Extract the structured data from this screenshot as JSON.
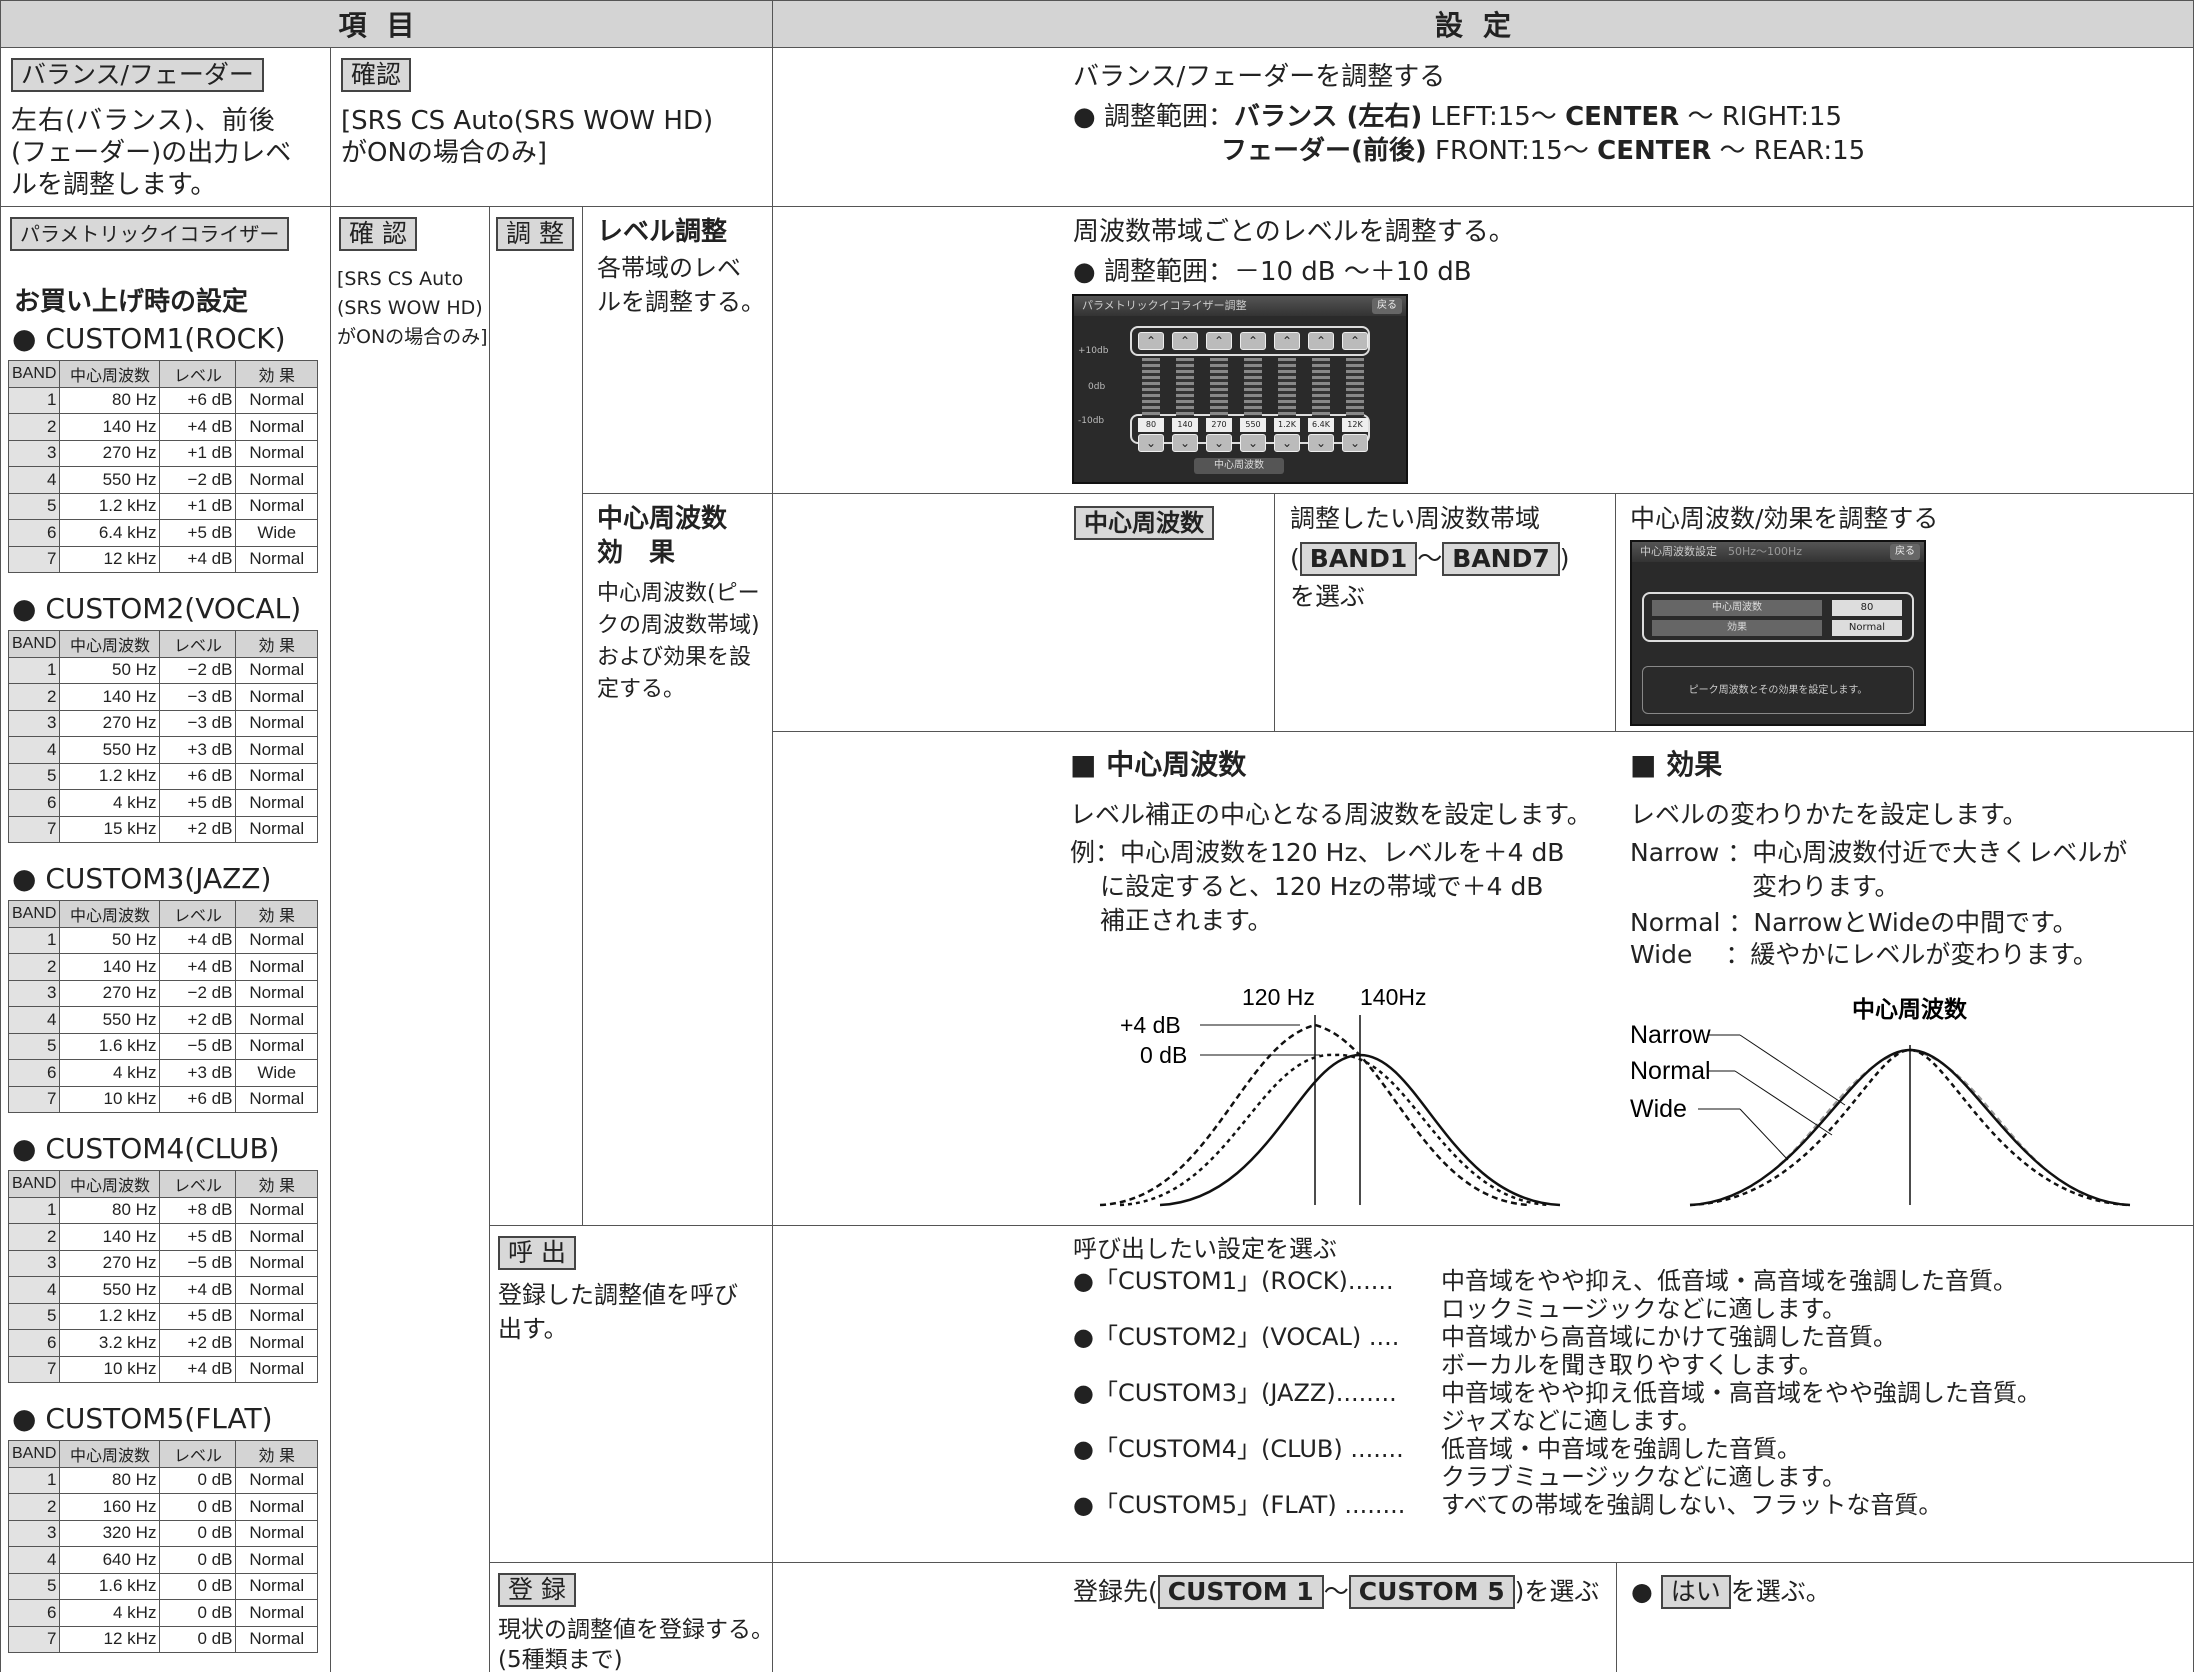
{
  "header": {
    "col1": "項目",
    "col2": "設定"
  },
  "balance": {
    "button": "バランス/フェーダー",
    "desc": [
      "左右(バランス)、前後",
      "(フェーダー)の出力レベ",
      "ルを調整します。"
    ],
    "confirm": "確認",
    "condition": [
      "[SRS CS Auto(SRS WOW HD)",
      "がONの場合のみ]"
    ],
    "title": "バランス/フェーダーを調整する",
    "range_prefix": "● 調整範囲：",
    "range1_label": "バランス (左右)",
    "range1_a": "LEFT:15～",
    "range1_b": "CENTER",
    "range1_c": "～ RIGHT:15",
    "range2_label": "フェーダー(前後)",
    "range2_a": "FRONT:15～",
    "range2_b": "CENTER",
    "range2_c": "～ REAR:15"
  },
  "peq": {
    "button": "パラメトリックイコライザー",
    "default_title": "お買い上げ時の設定",
    "confirm": "確 認",
    "condition": [
      "[SRS CS Auto",
      "(SRS WOW HD)",
      "がONの場合のみ]"
    ],
    "adjust": "調 整",
    "level_title": "レベル調整",
    "level_desc": [
      "各帯域のレベ",
      "ルを調整する。"
    ],
    "level_setting": "周波数帯域ごとのレベルを調整する。",
    "level_range": "● 調整範囲：－10 dB ～＋10 dB",
    "screen1": {
      "title": "パラメトリックイコライザー調整",
      "back": "戻る",
      "db_top": "+10db",
      "db_mid": "0db",
      "db_bot": "-10db",
      "freqs": [
        "80",
        "140",
        "270",
        "550",
        "1.2K",
        "6.4K",
        "12K"
      ],
      "bottom": "中心周波数"
    },
    "cf_title1": "中心周波数",
    "cf_title2": "効　果",
    "cf_desc": [
      "中心周波数(ピー",
      "クの周波数帯域)",
      "および効果を設",
      "定する。"
    ],
    "cf_button": "中心周波数",
    "cf_select": [
      "調整したい周波数帯域",
      "(",
      "BAND1",
      "～",
      "BAND7",
      ")",
      "を選ぶ"
    ],
    "cf_adjust": "中心周波数/効果を調整する",
    "screen2": {
      "title": "中心周波数設定",
      "range": "50Hz～100Hz",
      "back": "戻る",
      "row1": "中心周波数",
      "val1": "80",
      "row2": "効果",
      "val2": "Normal",
      "msg": "ピーク周波数とその効果を設定します。"
    },
    "cf_head": "■ 中心周波数",
    "cf_text": [
      "レベル補正の中心となる周波数を設定します。",
      "例：中心周波数を120 Hz、レベルを＋4 dB",
      "に設定すると、120 Hzの帯域で＋4 dB",
      "補正されます。"
    ],
    "graph1": {
      "f1": "120 Hz",
      "f2": "140Hz",
      "l1": "+4 dB",
      "l2": "0 dB"
    },
    "eff_head": "■ 効果",
    "eff_text": [
      "レベルの変わりかたを設定します。",
      "Narrow ：中心周波数付近で大きくレベルが",
      "変わります。",
      "Normal ：NarrowとWideの中間です。",
      "Wide　 ：緩やかにレベルが変わります。"
    ],
    "graph2": {
      "title": "中心周波数",
      "n": "Narrow",
      "m": "Normal",
      "w": "Wide"
    },
    "recall": "呼 出",
    "recall_desc": [
      "登録した調整値を呼び",
      "出す。"
    ],
    "recall_title": "呼び出したい設定を選ぶ",
    "recall_items": [
      [
        "●「CUSTOM1」(ROCK)......",
        "中音域をやや抑え、低音域・高音域を強調した音質。",
        "ロックミュージックなどに適します。"
      ],
      [
        "●「CUSTOM2」(VOCAL) ....",
        "中音域から高音域にかけて強調した音質。",
        "ボーカルを聞き取りやすくします。"
      ],
      [
        "●「CUSTOM3」(JAZZ)........",
        "中音域をやや抑え低音域・高音域をやや強調した音質。",
        "ジャズなどに適します。"
      ],
      [
        "●「CUSTOM4」(CLUB) .......",
        "低音域・中音域を強調した音質。",
        "クラブミュージックなどに適します。"
      ],
      [
        "●「CUSTOM5」(FLAT) ........",
        "すべての帯域を強調しない、フラットな音質。",
        ""
      ]
    ],
    "register": "登 録",
    "register_desc": [
      "現状の調整値を登録する。",
      "(5種類まで)"
    ],
    "register_a": "登録先(",
    "register_b": "CUSTOM 1",
    "register_c": "～",
    "register_d": "CUSTOM 5",
    "register_e": ")を選ぶ",
    "register_yes_prefix": "●",
    "register_yes": "はい",
    "register_yes_suffix": "を選ぶ。"
  },
  "eq_header": [
    "BAND",
    "中心周波数",
    "レベル",
    "効 果"
  ],
  "customs": [
    {
      "title": "● CUSTOM1(ROCK)",
      "rows": [
        [
          "1",
          "80 Hz",
          "+6 dB",
          "Normal"
        ],
        [
          "2",
          "140 Hz",
          "+4 dB",
          "Normal"
        ],
        [
          "3",
          "270 Hz",
          "+1 dB",
          "Normal"
        ],
        [
          "4",
          "550 Hz",
          "−2 dB",
          "Normal"
        ],
        [
          "5",
          "1.2 kHz",
          "+1 dB",
          "Normal"
        ],
        [
          "6",
          "6.4 kHz",
          "+5 dB",
          "Wide"
        ],
        [
          "7",
          "12 kHz",
          "+4 dB",
          "Normal"
        ]
      ]
    },
    {
      "title": "● CUSTOM2(VOCAL)",
      "rows": [
        [
          "1",
          "50 Hz",
          "−2 dB",
          "Normal"
        ],
        [
          "2",
          "140 Hz",
          "−3 dB",
          "Normal"
        ],
        [
          "3",
          "270 Hz",
          "−3 dB",
          "Normal"
        ],
        [
          "4",
          "550 Hz",
          "+3 dB",
          "Normal"
        ],
        [
          "5",
          "1.2 kHz",
          "+6 dB",
          "Normal"
        ],
        [
          "6",
          "4 kHz",
          "+5 dB",
          "Normal"
        ],
        [
          "7",
          "15 kHz",
          "+2 dB",
          "Normal"
        ]
      ]
    },
    {
      "title": "● CUSTOM3(JAZZ)",
      "rows": [
        [
          "1",
          "50 Hz",
          "+4 dB",
          "Normal"
        ],
        [
          "2",
          "140 Hz",
          "+4 dB",
          "Normal"
        ],
        [
          "3",
          "270 Hz",
          "−2 dB",
          "Normal"
        ],
        [
          "4",
          "550 Hz",
          "+2 dB",
          "Normal"
        ],
        [
          "5",
          "1.6 kHz",
          "−5 dB",
          "Normal"
        ],
        [
          "6",
          "4 kHz",
          "+3 dB",
          "Wide"
        ],
        [
          "7",
          "10 kHz",
          "+6 dB",
          "Normal"
        ]
      ]
    },
    {
      "title": "● CUSTOM4(CLUB)",
      "rows": [
        [
          "1",
          "80 Hz",
          "+8 dB",
          "Normal"
        ],
        [
          "2",
          "140 Hz",
          "+5 dB",
          "Normal"
        ],
        [
          "3",
          "270 Hz",
          "−5 dB",
          "Normal"
        ],
        [
          "4",
          "550 Hz",
          "+4 dB",
          "Normal"
        ],
        [
          "5",
          "1.2 kHz",
          "+5 dB",
          "Normal"
        ],
        [
          "6",
          "3.2 kHz",
          "+2 dB",
          "Normal"
        ],
        [
          "7",
          "10 kHz",
          "+4 dB",
          "Normal"
        ]
      ]
    },
    {
      "title": "● CUSTOM5(FLAT)",
      "rows": [
        [
          "1",
          "80 Hz",
          "0 dB",
          "Normal"
        ],
        [
          "2",
          "160 Hz",
          "0 dB",
          "Normal"
        ],
        [
          "3",
          "320 Hz",
          "0 dB",
          "Normal"
        ],
        [
          "4",
          "640 Hz",
          "0 dB",
          "Normal"
        ],
        [
          "5",
          "1.6 kHz",
          "0 dB",
          "Normal"
        ],
        [
          "6",
          "4 kHz",
          "0 dB",
          "Normal"
        ],
        [
          "7",
          "12 kHz",
          "0 dB",
          "Normal"
        ]
      ]
    }
  ]
}
